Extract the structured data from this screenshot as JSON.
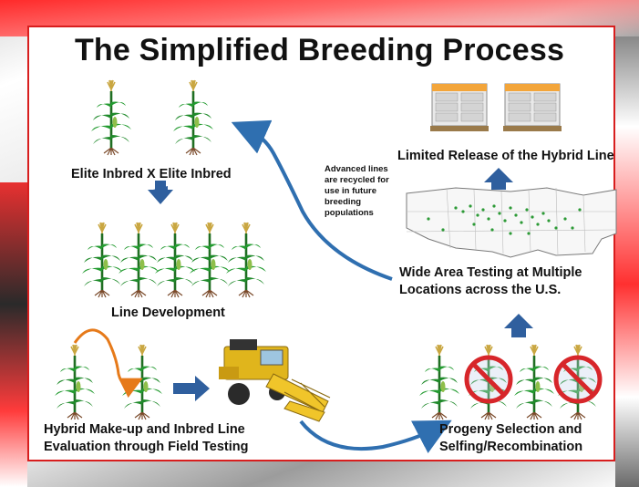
{
  "title": "The Simplified Breeding Process",
  "labels": {
    "elite_cross": "Elite Inbred X Elite Inbred",
    "line_dev": "Line Development",
    "hybrid_line1": "Hybrid Make-up and Inbred Line",
    "hybrid_line2": "Evaluation through Field Testing",
    "progeny_line1": "Progeny Selection and",
    "progeny_line2": "Selfing/Recombination",
    "wide_line1": "Wide Area Testing at Multiple",
    "wide_line2": "Locations across the U.S.",
    "limited_release": "Limited Release of the Hybrid Line",
    "recycle_l1": "Advanced lines",
    "recycle_l2": "are recycled for",
    "recycle_l3": "use in future",
    "recycle_l4": "breeding",
    "recycle_l5": "populations"
  },
  "colors": {
    "frame_red": "#d81e1e",
    "arrow_blue": "#2f5f9e",
    "curve_blue": "#2f6fb0",
    "corn_green": "#1f8a2a",
    "tassel": "#c9a640",
    "prohibit_red": "#d7262a",
    "harvester_yellow": "#e0b51c",
    "pollen_orange": "#e67a1a",
    "map_dots": "#2c9a36"
  },
  "icons": [
    "corn-plant-icon",
    "harvester-icon",
    "seed-pallet-icon",
    "us-map-icon",
    "prohibit-icon"
  ]
}
